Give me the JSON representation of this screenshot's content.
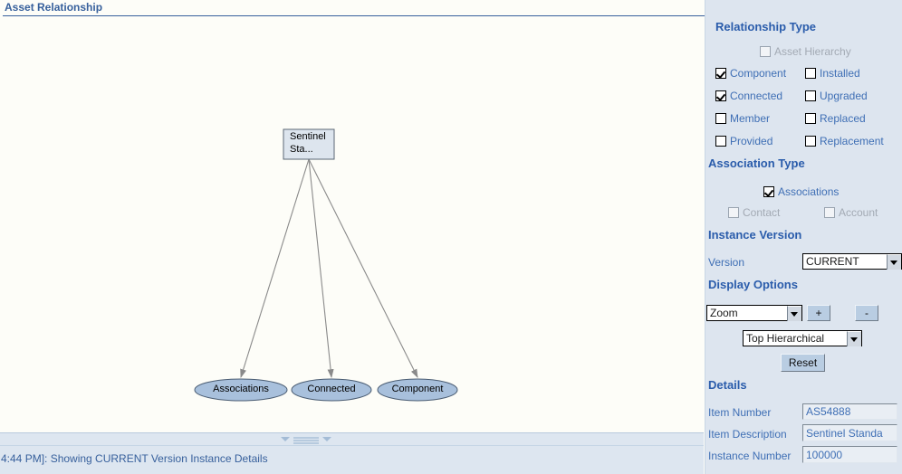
{
  "header": {
    "title": "Asset Relationship"
  },
  "diagram": {
    "root_node": {
      "label_line1": "Sentinel",
      "label_line2": "Sta..."
    },
    "child_nodes": [
      {
        "label": "Associations"
      },
      {
        "label": "Connected"
      },
      {
        "label": "Component"
      }
    ]
  },
  "statusbar": {
    "message": "4:44 PM]: Showing CURRENT Version Instance Details"
  },
  "panel": {
    "relationship_type": {
      "title": "Relationship Type",
      "asset_hierarchy": {
        "label": "Asset Hierarchy",
        "checked": false,
        "disabled": true
      },
      "items_left": [
        {
          "label": "Component",
          "checked": true,
          "disabled": false
        },
        {
          "label": "Connected",
          "checked": true,
          "disabled": false
        },
        {
          "label": "Member",
          "checked": false,
          "disabled": false
        },
        {
          "label": "Provided",
          "checked": false,
          "disabled": false
        }
      ],
      "items_right": [
        {
          "label": "Installed",
          "checked": false,
          "disabled": false
        },
        {
          "label": "Upgraded",
          "checked": false,
          "disabled": false
        },
        {
          "label": "Replaced",
          "checked": false,
          "disabled": false
        },
        {
          "label": "Replacement",
          "checked": false,
          "disabled": false
        }
      ]
    },
    "association_type": {
      "title": "Association Type",
      "associations": {
        "label": "Associations",
        "checked": true,
        "disabled": false
      },
      "contact": {
        "label": "Contact",
        "checked": false,
        "disabled": true
      },
      "account": {
        "label": "Account",
        "checked": false,
        "disabled": true
      }
    },
    "instance_version": {
      "title": "Instance Version",
      "version_label": "Version",
      "version_value": "CURRENT"
    },
    "display_options": {
      "title": "Display Options",
      "zoom_value": "Zoom",
      "plus_label": "+",
      "minus_label": "-",
      "layout_value": "Top Hierarchical",
      "reset_label": "Reset"
    },
    "details": {
      "title": "Details",
      "fields": [
        {
          "label": "Item Number",
          "value": "AS54888"
        },
        {
          "label": "Item Description",
          "value": "Sentinel Standa"
        },
        {
          "label": "Instance Number",
          "value": "100000"
        }
      ]
    }
  },
  "colors": {
    "accent_blue": "#2a5cab",
    "label_blue": "#3f6fb5",
    "panel_bg": "#dde5ef",
    "canvas_bg": "#fdfdf8",
    "node_fill": "#dde5ee",
    "ellipse_fill": "#a8c0dc",
    "edge_gray": "#808080"
  }
}
